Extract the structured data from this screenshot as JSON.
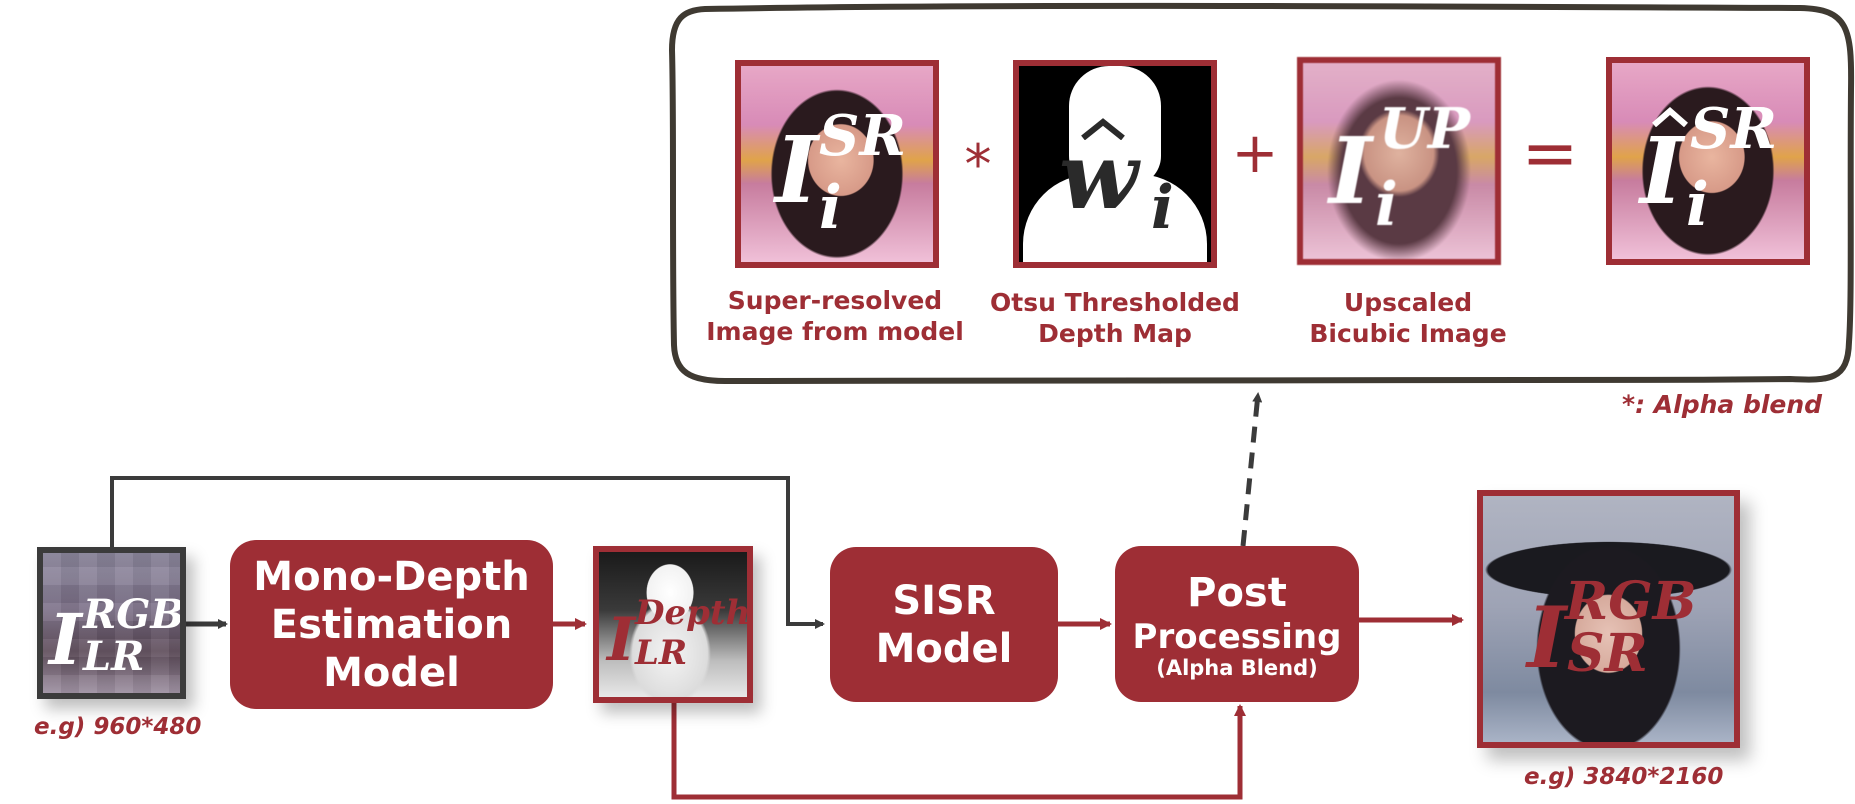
{
  "colors": {
    "accent": "#9e2e35",
    "dark": "#3b3b3b",
    "white": "#ffffff"
  },
  "input": {
    "symbol": "I",
    "sup": "RGB",
    "sub": "LR",
    "size_note": "e.g) 960*480"
  },
  "mono_depth_box": {
    "lines": [
      "Mono-Depth",
      "Estimation",
      "Model"
    ]
  },
  "depth_map": {
    "symbol": "I",
    "sup": "Depth",
    "sub": "LR"
  },
  "sisr_box": {
    "lines": [
      "SISR",
      "Model"
    ]
  },
  "post_box": {
    "line1": "Post",
    "line2": "Processing",
    "line3": "(Alpha Blend)"
  },
  "output": {
    "symbol": "I",
    "sup": "RGB",
    "sub": "SR",
    "size_note": "e.g) 3840*2160"
  },
  "blend_equation": {
    "terms": [
      {
        "symbol": "I",
        "sup": "SR",
        "sub": "i",
        "caption": [
          "Super-resolved",
          "Image from model"
        ]
      },
      {
        "symbol": "w",
        "sup": "",
        "sub": "i",
        "hat": true,
        "caption": [
          "Otsu Thresholded",
          "Depth Map"
        ]
      },
      {
        "symbol": "I",
        "sup": "UP",
        "sub": "i",
        "caption": [
          "Upscaled",
          "Bicubic Image"
        ]
      },
      {
        "symbol": "I",
        "sup": "SR",
        "sub": "i",
        "hat": true,
        "caption": []
      }
    ],
    "operators": [
      "*",
      "+",
      "="
    ],
    "legend": "*: Alpha blend"
  }
}
